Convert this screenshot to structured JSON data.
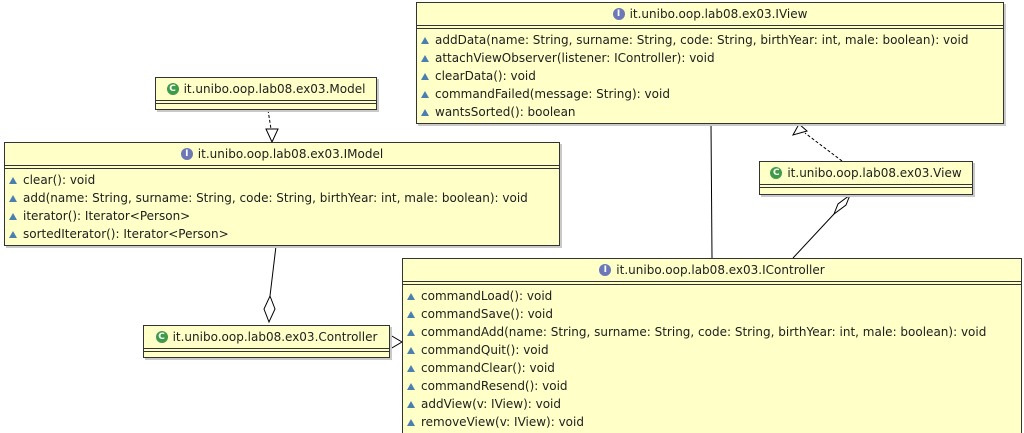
{
  "diagram": {
    "classes": {
      "iview": {
        "kind": "interface",
        "badge": "I",
        "name": "it.unibo.oop.lab08.ex03.IView",
        "operations": [
          "addData(name: String, surname: String, code: String, birthYear: int, male: boolean): void",
          "attachViewObserver(listener: IController): void",
          "clearData(): void",
          "commandFailed(message: String): void",
          "wantsSorted(): boolean"
        ]
      },
      "model": {
        "kind": "class",
        "badge": "C",
        "name": "it.unibo.oop.lab08.ex03.Model",
        "operations": []
      },
      "imodel": {
        "kind": "interface",
        "badge": "I",
        "name": "it.unibo.oop.lab08.ex03.IModel",
        "operations": [
          "clear(): void",
          "add(name: String, surname: String, code: String, birthYear: int, male: boolean): void",
          "iterator(): Iterator<Person>",
          "sortedIterator(): Iterator<Person>"
        ]
      },
      "view": {
        "kind": "class",
        "badge": "C",
        "name": "it.unibo.oop.lab08.ex03.View",
        "operations": []
      },
      "controller": {
        "kind": "class",
        "badge": "C",
        "name": "it.unibo.oop.lab08.ex03.Controller",
        "operations": []
      },
      "icontroller": {
        "kind": "interface",
        "badge": "I",
        "name": "it.unibo.oop.lab08.ex03.IController",
        "operations": [
          "commandLoad(): void",
          "commandSave(): void",
          "commandAdd(name: String, surname: String, code: String, birthYear: int, male: boolean): void",
          "commandQuit(): void",
          "commandClear(): void",
          "commandResend(): void",
          "addView(v: IView): void",
          "removeView(v: IView): void"
        ]
      }
    },
    "relations": [
      {
        "type": "realization",
        "from": "Model",
        "to": "IModel"
      },
      {
        "type": "realization",
        "from": "View",
        "to": "IView"
      },
      {
        "type": "realization",
        "from": "Controller",
        "to": "IController"
      },
      {
        "type": "aggregation",
        "from": "Controller",
        "to": "IModel"
      },
      {
        "type": "aggregation",
        "from": "View",
        "to": "IController"
      },
      {
        "type": "association",
        "from": "IView",
        "to": "IController"
      }
    ],
    "colors": {
      "class_fill": "#ffffc8",
      "border": "#333333",
      "interface_badge": "#6c78b8",
      "class_badge": "#3f9a4a",
      "visibility_marker": "#4a7fb0"
    }
  }
}
